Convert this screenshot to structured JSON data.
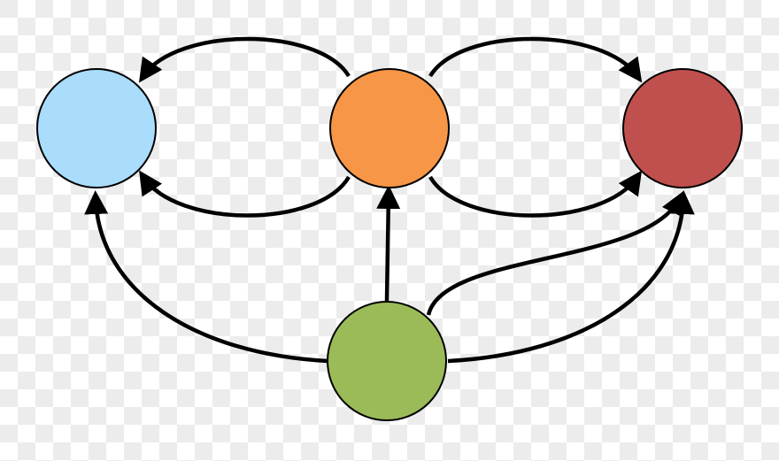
{
  "nodes": [
    {
      "id": "blue",
      "color": "#aadcfc"
    },
    {
      "id": "orange",
      "color": "#f79646"
    },
    {
      "id": "red",
      "color": "#c0504d"
    },
    {
      "id": "green",
      "color": "#9bbb59"
    }
  ],
  "edges": [
    {
      "from": "orange",
      "to": "blue",
      "route": "top"
    },
    {
      "from": "orange",
      "to": "blue",
      "route": "bottom"
    },
    {
      "from": "orange",
      "to": "red",
      "route": "top"
    },
    {
      "from": "orange",
      "to": "red",
      "route": "bottom"
    },
    {
      "from": "green",
      "to": "orange",
      "route": "straight"
    },
    {
      "from": "green",
      "to": "blue",
      "route": "left-arc"
    },
    {
      "from": "green",
      "to": "red",
      "route": "right-arc"
    },
    {
      "from": "green",
      "to": "red",
      "route": "inner-arc"
    }
  ],
  "stroke_color": "#000000"
}
